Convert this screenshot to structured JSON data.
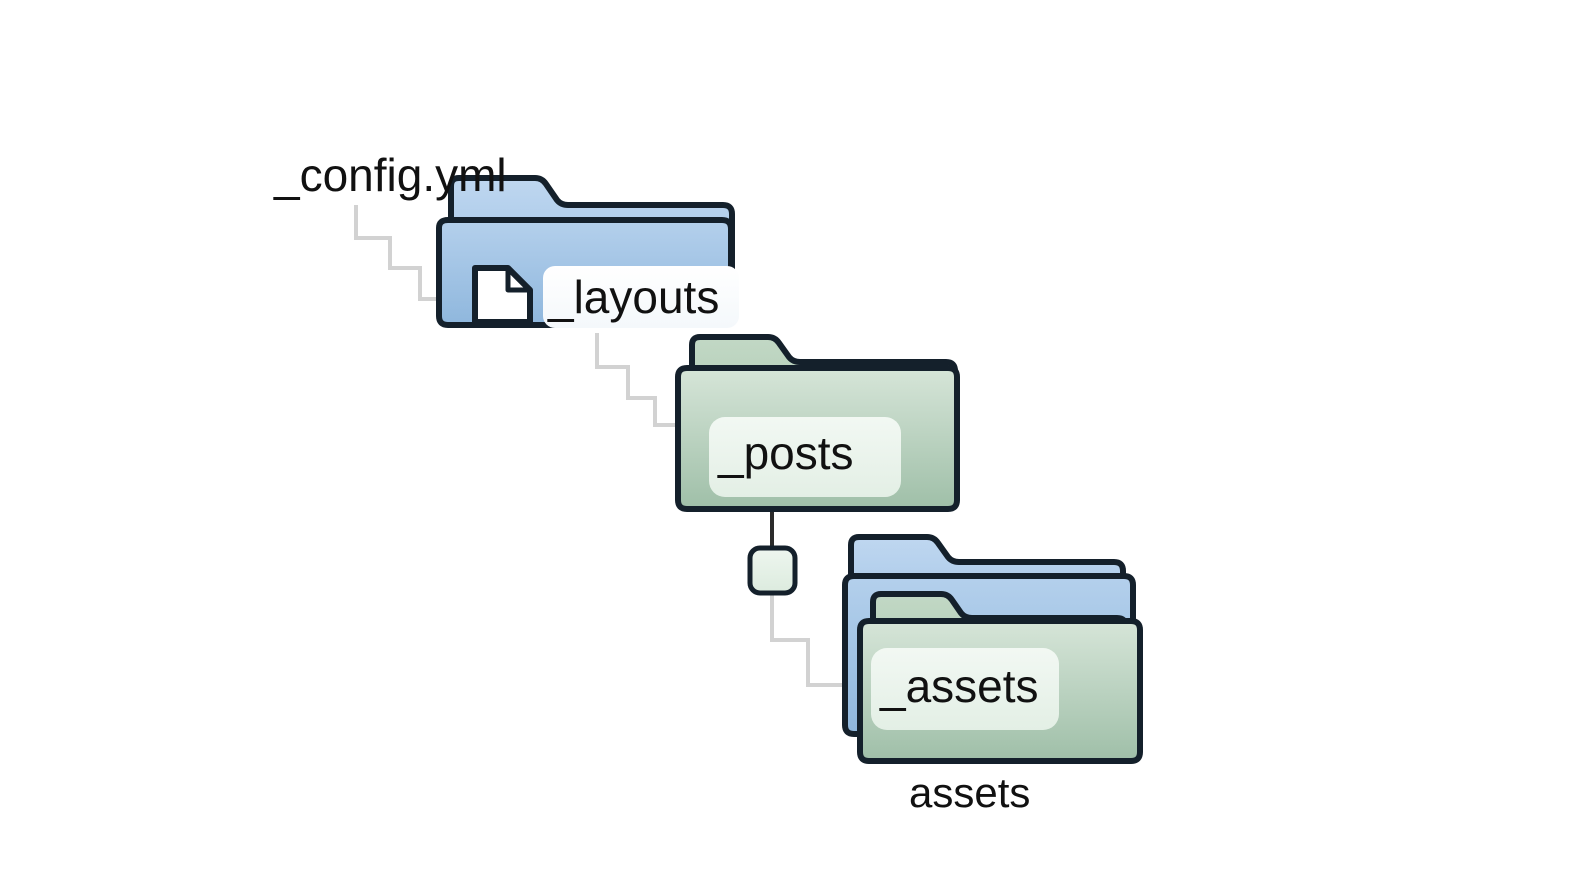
{
  "diagram": {
    "type": "folder-tree",
    "title": "",
    "background_color": "#ffffff",
    "palette": {
      "folder_blue_light": "#b6d2ee",
      "folder_blue": "#9bc0e3",
      "folder_blue_dark": "#8fb6dd",
      "folder_green_light": "#d3e4d6",
      "folder_green": "#bcd6c0",
      "folder_green_dark": "#9fbfa8",
      "outline": "#14202b",
      "connector_gray": "#d2d2d2",
      "connector_dark": "#2b2b2b",
      "label_plate": "#eaf4ec",
      "label_plate_white": "#ffffff",
      "document_white": "#ffffff",
      "text": "#111111"
    },
    "nodes": [
      {
        "id": "config",
        "label": "_config.yml",
        "kind": "file",
        "icon": "document-icon",
        "color": "#ffffff"
      },
      {
        "id": "layouts",
        "label": "_layouts",
        "kind": "folder",
        "icon": "folder-icon",
        "color": "#9bc0e3",
        "stacked": false
      },
      {
        "id": "posts",
        "label": "_posts",
        "kind": "folder",
        "icon": "folder-icon",
        "color": "#bcd6c0",
        "stacked": false
      },
      {
        "id": "assets-group",
        "label": "_assets",
        "caption": "assets",
        "kind": "folder-stack",
        "icon": "folder-stack-icon",
        "color": "#bcd6c0",
        "stacked": true,
        "stack_count": 3
      }
    ],
    "connectors": [
      {
        "from": "config",
        "to": "layouts",
        "style": "stepped",
        "color": "#d2d2d2"
      },
      {
        "from": "layouts",
        "to": "posts",
        "style": "stepped",
        "color": "#d2d2d2"
      },
      {
        "from": "posts",
        "to": "junction",
        "style": "straight",
        "color": "#2b2b2b"
      },
      {
        "from": "junction",
        "to": "assets-group",
        "style": "stepped",
        "color": "#d2d2d2"
      }
    ],
    "junction": {
      "id": "junction",
      "shape": "rounded-square",
      "label": ""
    }
  }
}
